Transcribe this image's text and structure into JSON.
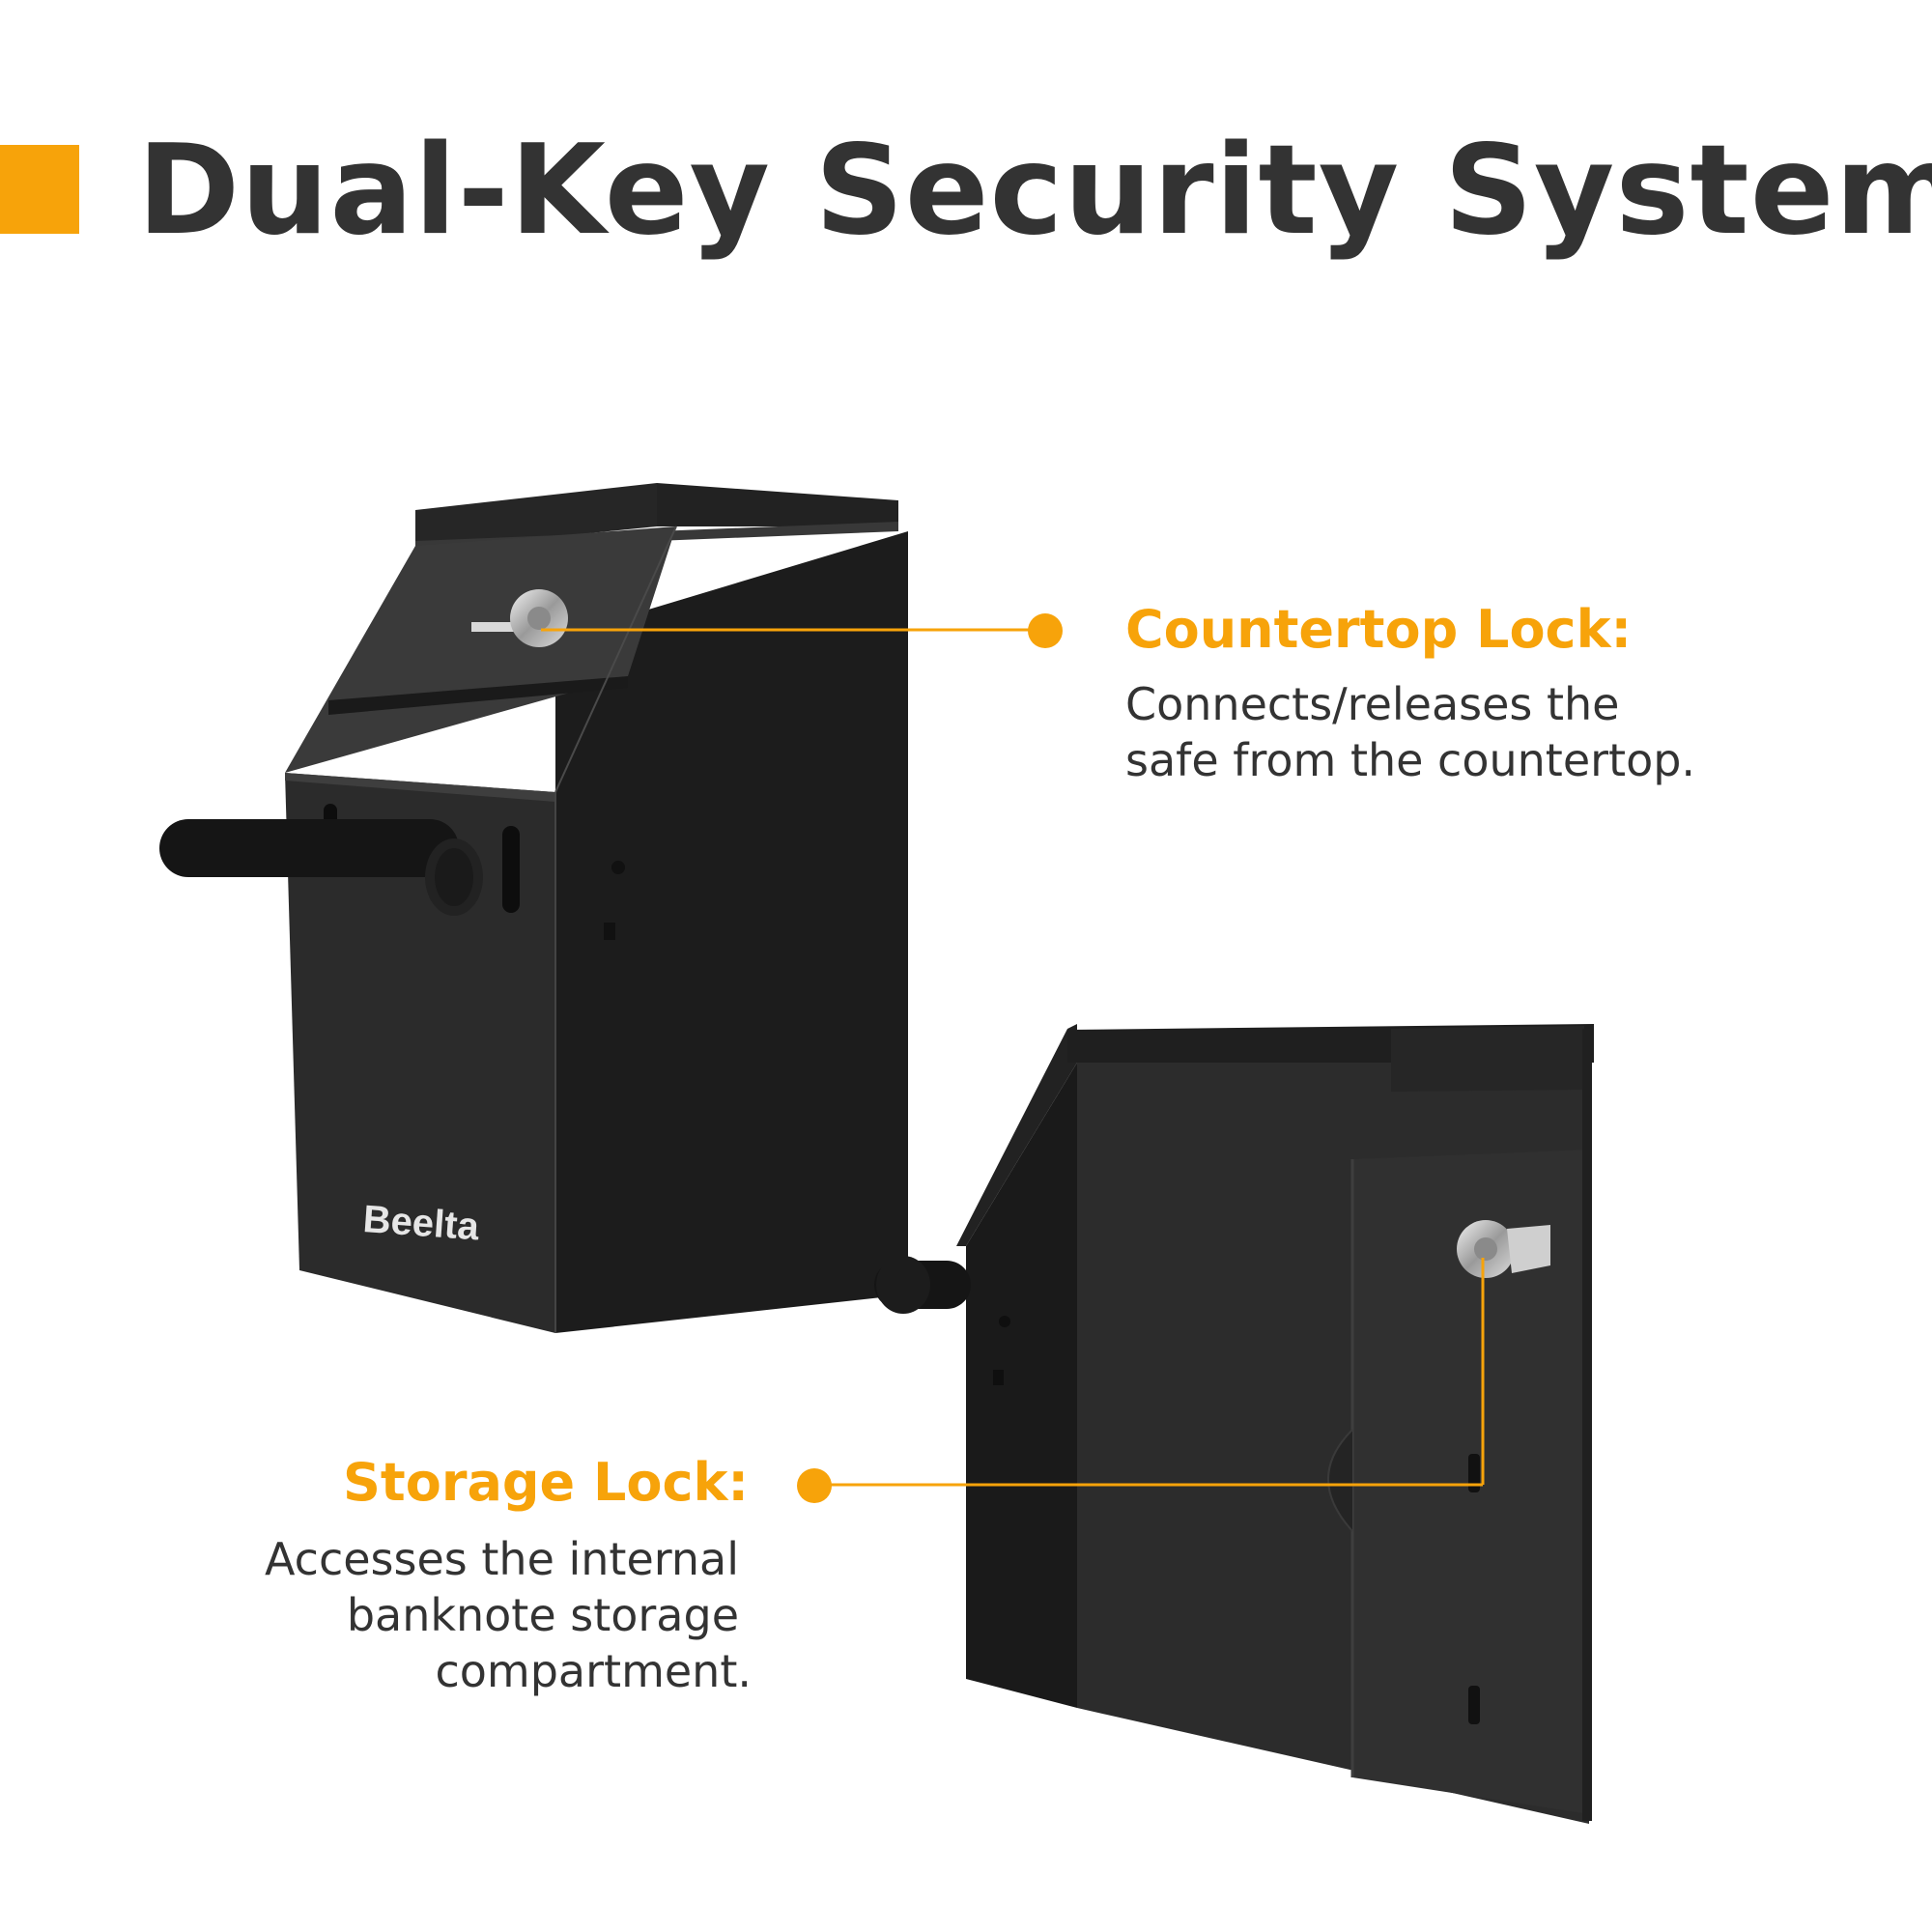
{
  "title": "Dual-Key Security System",
  "colors": {
    "accent": "#F7A30A",
    "text": "#333333",
    "safe_body": "#2a2a2a",
    "safe_dark": "#1a1a1a"
  },
  "callouts": {
    "countertop": {
      "title": "Countertop Lock:",
      "line1": "Connects/releases the",
      "line2": "safe from the countertop."
    },
    "storage": {
      "title": "Storage Lock:",
      "line1": "Accesses the internal",
      "line2": "banknote storage",
      "line3": "compartment."
    }
  },
  "brand": "Beelta"
}
